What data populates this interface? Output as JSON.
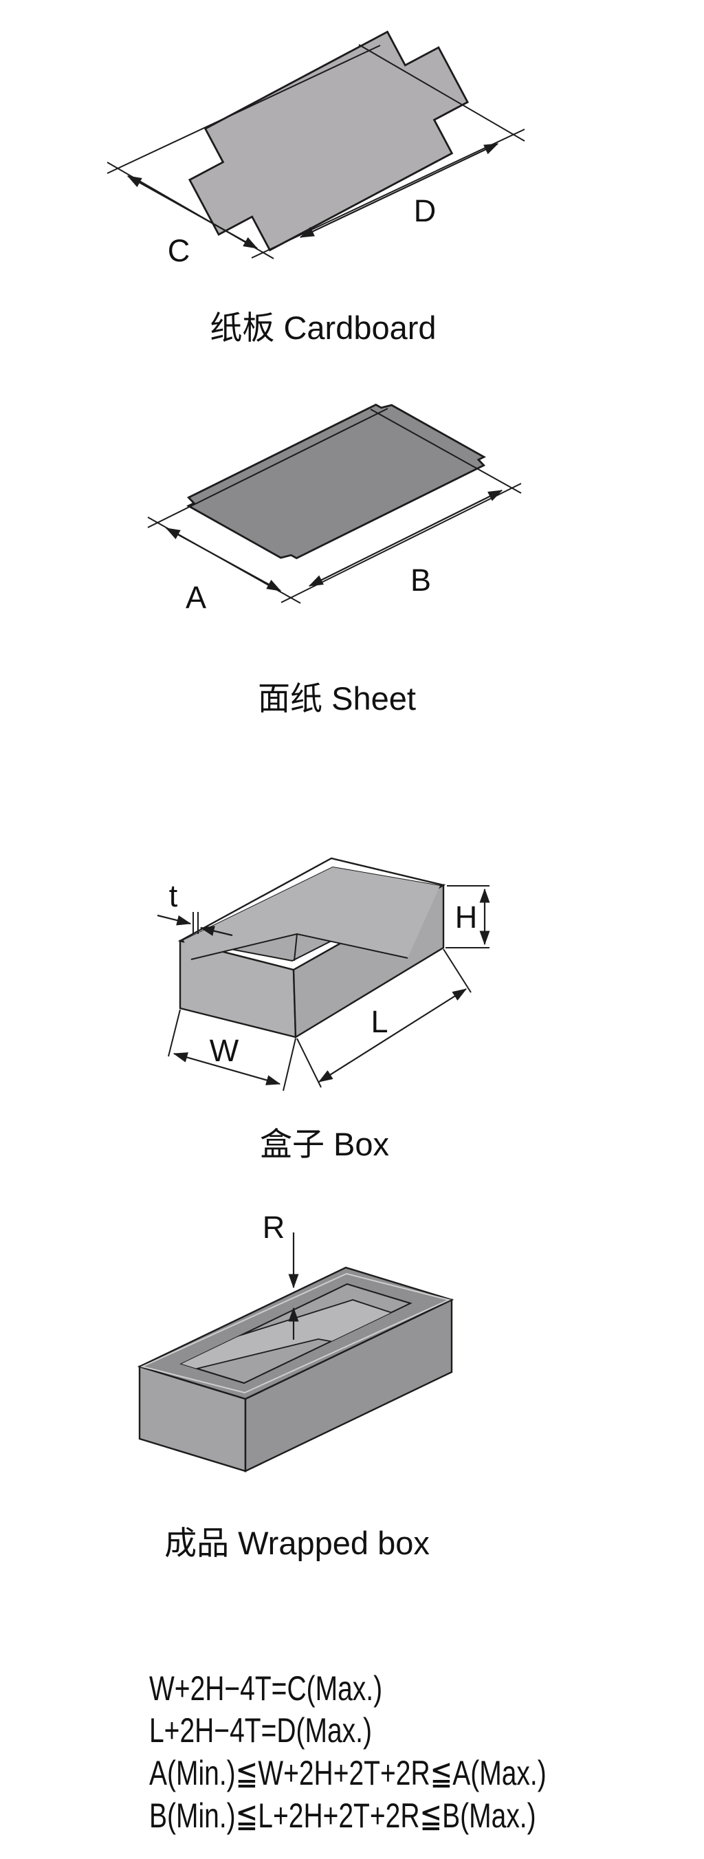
{
  "diagrams": {
    "cardboard": {
      "caption": "纸板 Cardboard",
      "dim_short": "C",
      "dim_long": "D"
    },
    "sheet": {
      "caption": "面纸 Sheet",
      "dim_short": "A",
      "dim_long": "B"
    },
    "box": {
      "caption": "盒子 Box",
      "dim_thickness": "t",
      "dim_height": "H",
      "dim_length": "L",
      "dim_width": "W"
    },
    "wrapped_box": {
      "caption": "成品 Wrapped box",
      "dim_rim": "R"
    }
  },
  "formulas": {
    "line1": "W+2H−4T=C(Max.)",
    "line2": "L+2H−4T=D(Max.)",
    "line3": "A(Min.)≦W+2H+2T+2R≦A(Max.)",
    "line4": "B(Min.)≦L+2H+2T+2R≦B(Max.)"
  },
  "colors": {
    "cardboard_fill": "#b0aeb0",
    "sheet_fill": "#8a898b",
    "box_wall_left": "#b1b0b2",
    "box_wall_right": "#a7a6a9",
    "box_interior": "#a9a8aa",
    "box_floor": "#b3b2b4",
    "wrapped_band": "#8f8e90",
    "wrapped_wall_left": "#a3a2a4",
    "wrapped_wall_right": "#949396",
    "wrapped_interior": "#a2a1a3",
    "wrapped_floor": "#b7b6b8",
    "line": "#1c1c1c"
  }
}
